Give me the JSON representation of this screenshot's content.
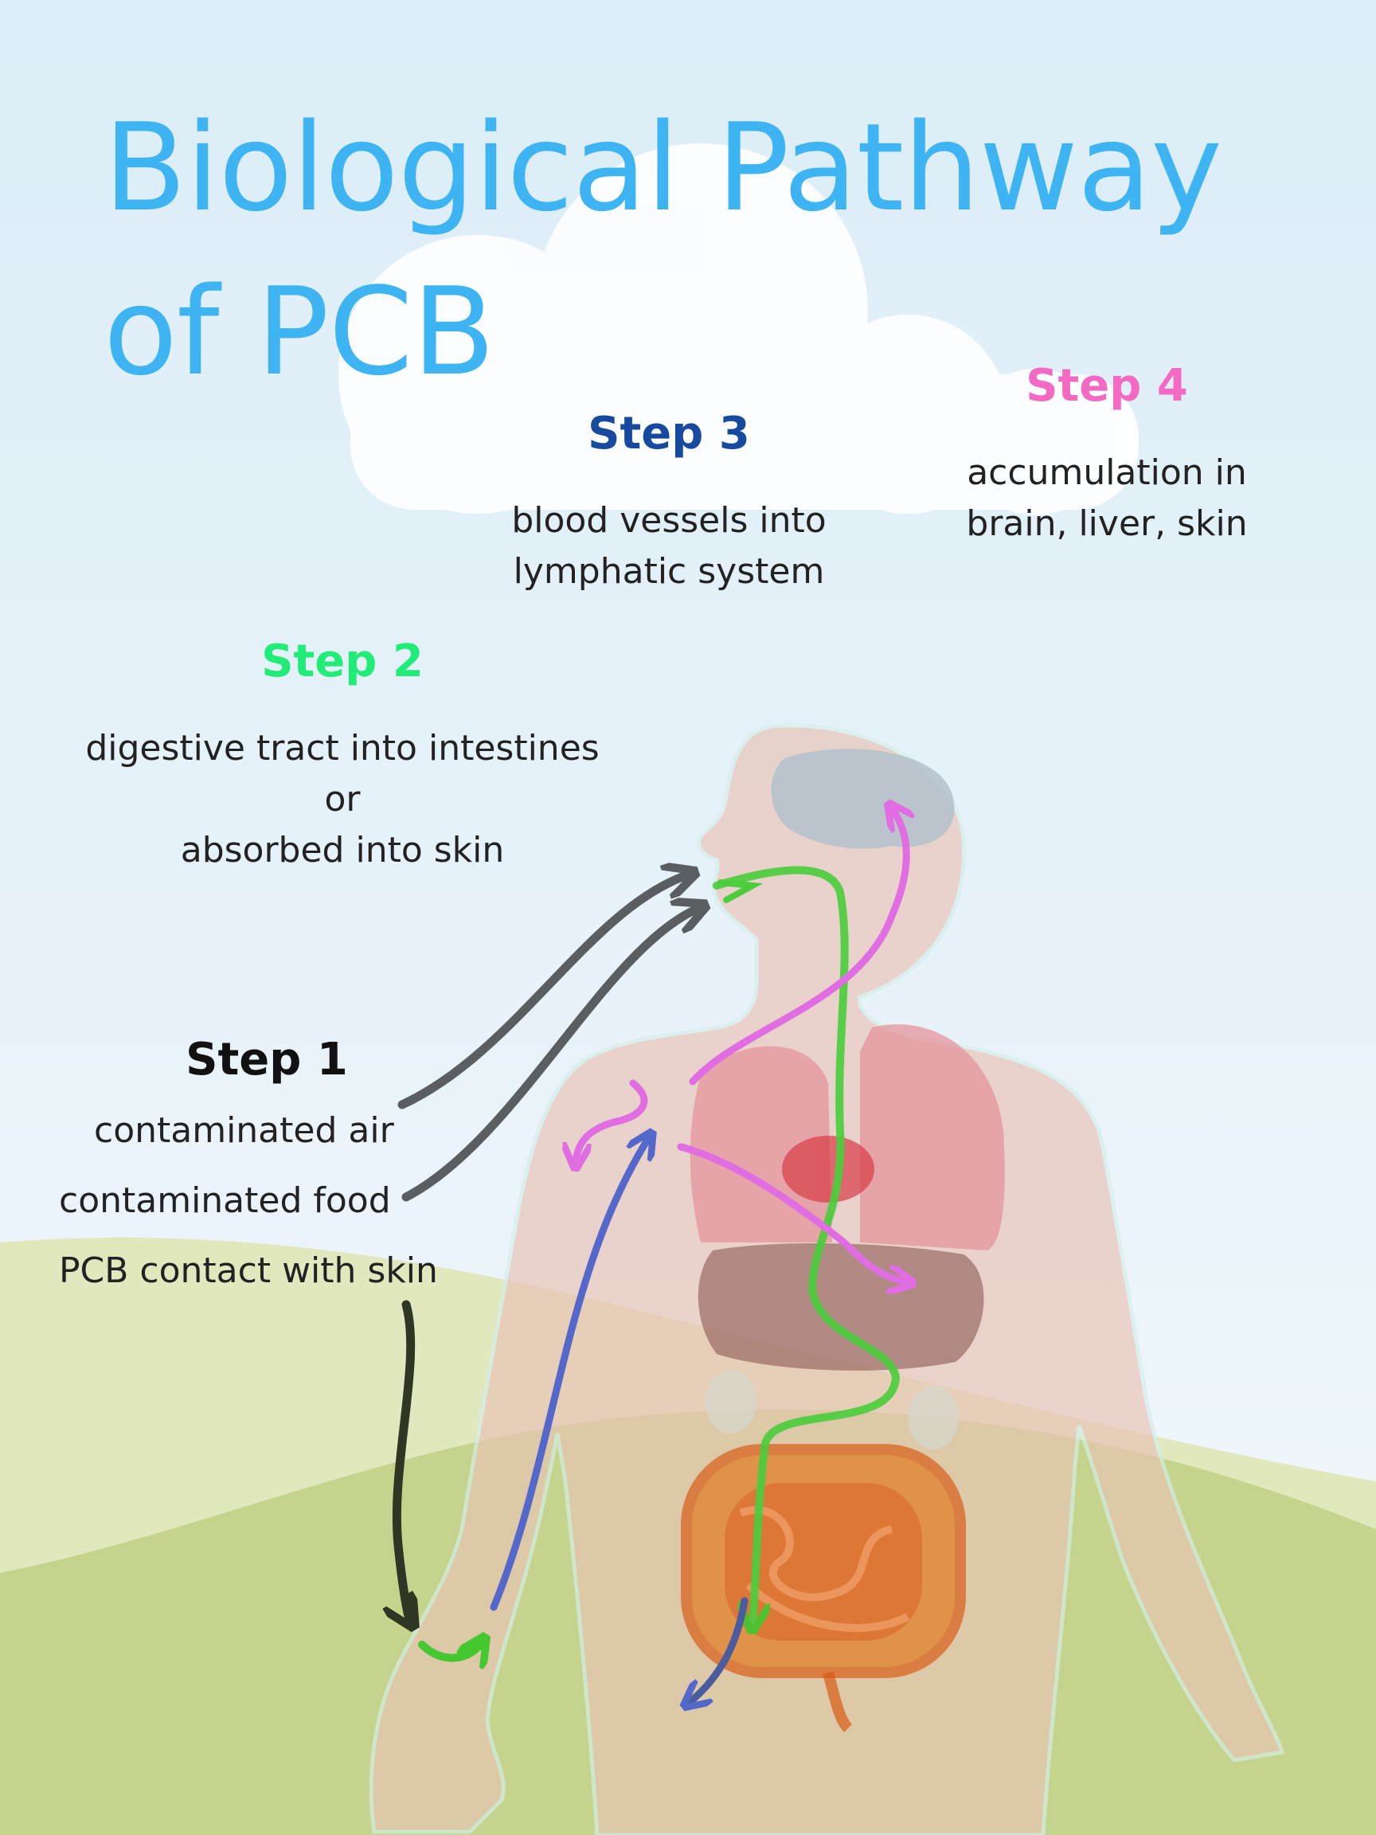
{
  "title": {
    "line1": "Biological Pathway",
    "line2": "of PCB"
  },
  "steps": {
    "step1": {
      "heading": "Step 1",
      "items": [
        "contaminated air",
        "contaminated food",
        "PCB contact with skin"
      ],
      "color": "#111111"
    },
    "step2": {
      "heading": "Step 2",
      "lines": [
        "digestive tract into intestines",
        "or",
        "absorbed into skin"
      ],
      "color": "#22ec78"
    },
    "step3": {
      "heading": "Step 3",
      "lines": [
        "blood vessels into",
        "lymphatic system"
      ],
      "color": "#174a9f"
    },
    "step4": {
      "heading": "Step 4",
      "lines": [
        "accumulation in",
        "brain, liver, skin"
      ],
      "color": "#f26ac4"
    }
  },
  "colors": {
    "title": "#3fb4f3",
    "sky_top": "#dcedf7",
    "sky_bottom": "#f2f8fb",
    "hill": "#c5d48c",
    "hill_light": "#e1e8bd",
    "body": "#e9c3b6",
    "arrow_exposure": "#5b5e60",
    "arrow_digestive": "#4ccd3d",
    "arrow_blood": "#5468c9",
    "arrow_accumulation": "#e06ee2"
  },
  "icons": [
    "cloud-icon",
    "human-body-icon",
    "brain-icon",
    "lungs-icon",
    "heart-icon",
    "liver-icon",
    "kidney-icon",
    "intestines-icon"
  ]
}
